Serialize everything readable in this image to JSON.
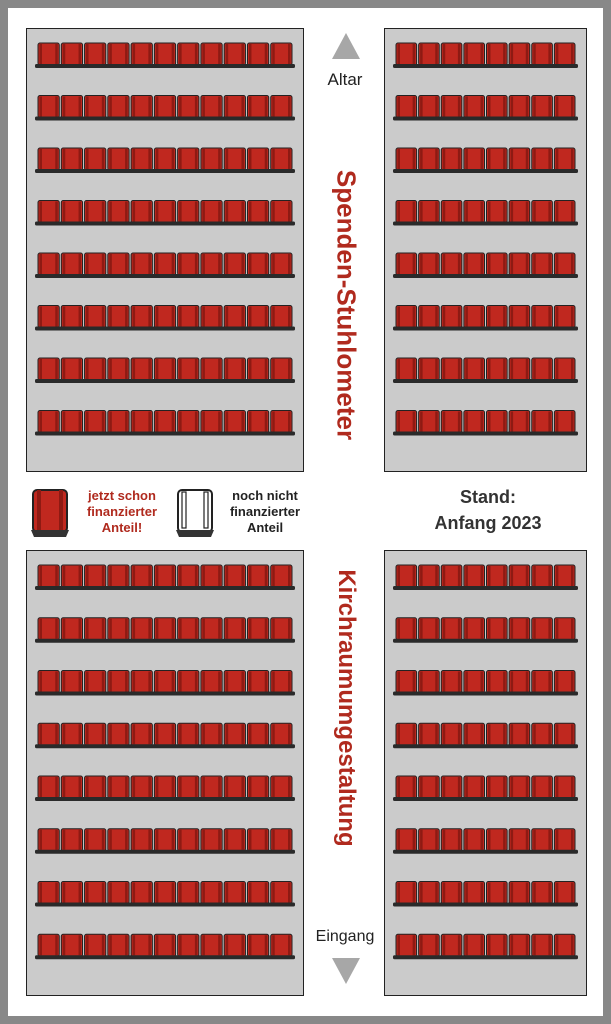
{
  "labels": {
    "altar": "Altar",
    "entrance": "Eingang",
    "title_top": "Spenden-Stuhlometer",
    "title_bottom": "Kirchraumumgestaltung",
    "stand_line1": "Stand:",
    "stand_line2": "Anfang 2023"
  },
  "legend": {
    "financed": [
      "jetzt schon",
      "finanzierter",
      "Anteil!"
    ],
    "not_financed": [
      "noch nicht",
      "finanzierter",
      "Anteil"
    ]
  },
  "colors": {
    "chair_financed": "#c0281f",
    "chair_not_financed": "#ffffff",
    "block_background": "#cbcbcb",
    "title_text": "#b02a1e",
    "arrow": "#a7a7a7"
  },
  "seating": {
    "blocks": [
      {
        "name": "block-top-left",
        "rows": 8,
        "seats_per_row": 11,
        "financed": 88
      },
      {
        "name": "block-top-right",
        "rows": 8,
        "seats_per_row": 8,
        "financed": 64
      },
      {
        "name": "block-bottom-left",
        "rows": 8,
        "seats_per_row": 11,
        "financed": 88
      },
      {
        "name": "block-bottom-right",
        "rows": 8,
        "seats_per_row": 8,
        "financed": 64
      }
    ]
  }
}
